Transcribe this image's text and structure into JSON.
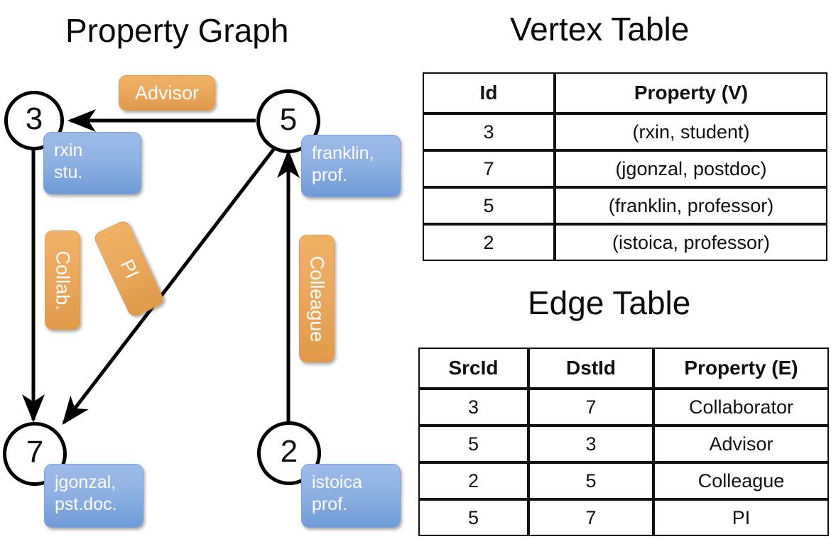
{
  "titles": {
    "graph": "Property Graph",
    "vertex_table": "Vertex Table",
    "edge_table": "Edge Table"
  },
  "colors": {
    "vertex_property_fill": "#ccd9ef",
    "edge_property_fill": "#f6dcc0",
    "vertex_chip": "#8fb2e3",
    "edge_chip": "#eaa75c",
    "stroke": "#000000"
  },
  "graph": {
    "nodes": [
      {
        "id": "3",
        "property_line1": "rxin",
        "property_line2": "stu."
      },
      {
        "id": "5",
        "property_line1": "franklin,",
        "property_line2": "prof."
      },
      {
        "id": "7",
        "property_line1": "jgonzal,",
        "property_line2": "pst.doc."
      },
      {
        "id": "2",
        "property_line1": "istoica",
        "property_line2": "prof."
      }
    ],
    "edge_labels": [
      {
        "name": "advisor",
        "text": "Advisor"
      },
      {
        "name": "collab",
        "text": "Collab."
      },
      {
        "name": "pi",
        "text": "PI"
      },
      {
        "name": "colleague",
        "text": "Colleague"
      }
    ]
  },
  "vertex_table": {
    "columns": [
      "Id",
      "Property (V)"
    ],
    "rows": [
      {
        "id": "3",
        "property": "(rxin, student)"
      },
      {
        "id": "7",
        "property": "(jgonzal, postdoc)"
      },
      {
        "id": "5",
        "property": "(franklin, professor)"
      },
      {
        "id": "2",
        "property": "(istoica, professor)"
      }
    ]
  },
  "edge_table": {
    "columns": [
      "SrcId",
      "DstId",
      "Property (E)"
    ],
    "rows": [
      {
        "src": "3",
        "dst": "7",
        "property": "Collaborator"
      },
      {
        "src": "5",
        "dst": "3",
        "property": "Advisor"
      },
      {
        "src": "2",
        "dst": "5",
        "property": "Colleague"
      },
      {
        "src": "5",
        "dst": "7",
        "property": "PI"
      }
    ]
  }
}
